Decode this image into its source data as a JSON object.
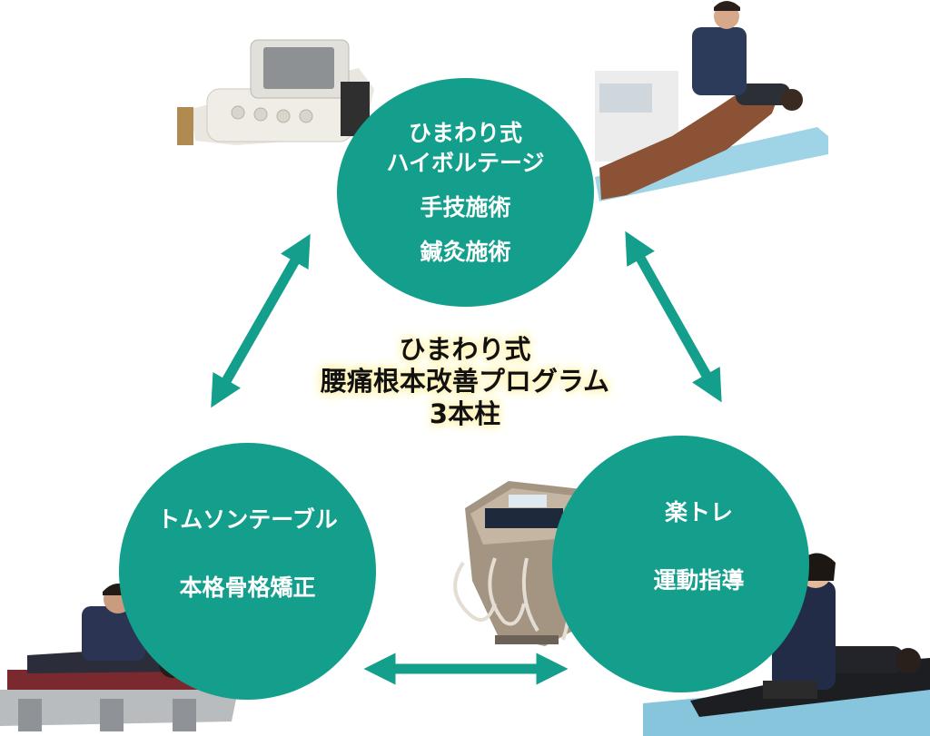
{
  "title": {
    "line1": "ひまわり式",
    "line2": "腰痛根本改善プログラム",
    "line3": "3本柱"
  },
  "pillars": {
    "top": {
      "line1": "ひまわり式",
      "line2": "ハイボルテージ",
      "line3": "手技施術",
      "line4": "鍼灸施術"
    },
    "left": {
      "line1": "トムソンテーブル",
      "line2": "本格骨格矯正"
    },
    "right": {
      "line1": "楽トレ",
      "line2": "運動指導"
    }
  },
  "colors": {
    "circle": "#139f8b",
    "arrow": "#139f8b",
    "title_glow": "#fff1a0"
  },
  "icons": [
    "device-photo",
    "treatment-photo",
    "adjustment-table-photo",
    "ems-machine-photo",
    "exercise-photo"
  ]
}
